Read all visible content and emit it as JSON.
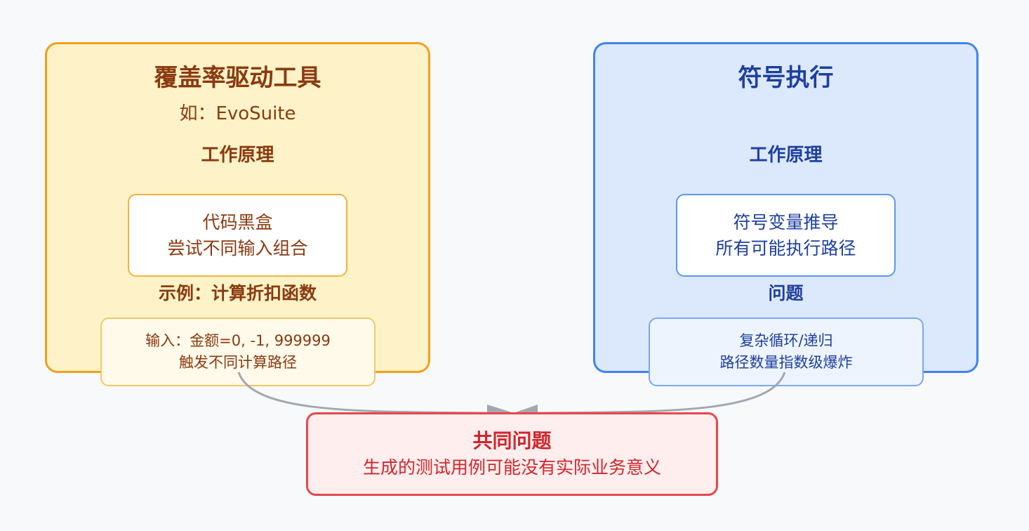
{
  "left": {
    "title": "覆盖率驱动工具",
    "subtitle": "如：EvoSuite",
    "principle_heading": "工作原理",
    "principle_lines": [
      "代码黑盒",
      "尝试不同输入组合"
    ],
    "example_heading": "示例：计算折扣函数",
    "example_lines": [
      "输入：金额=0, -1, 999999",
      "触发不同计算路径"
    ]
  },
  "right": {
    "title": "符号执行",
    "principle_heading": "工作原理",
    "principle_lines": [
      "符号变量推导",
      "所有可能执行路径"
    ],
    "problem_heading": "问题",
    "problem_lines": [
      "复杂循环/递归",
      "路径数量指数级爆炸"
    ]
  },
  "common": {
    "title": "共同问题",
    "description": "生成的测试用例可能没有实际业务意义"
  },
  "colors": {
    "left_fill": "#fef3c8",
    "left_border": "#f0a01e",
    "right_fill": "#dce9fd",
    "right_border": "#3f84ef",
    "common_fill": "#feeeee",
    "common_border": "#e8474a",
    "connector": "#a3a7b0"
  }
}
